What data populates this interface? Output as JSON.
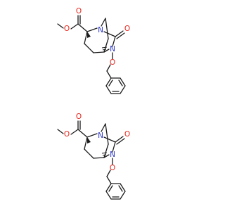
{
  "colors": {
    "background": "#ffffff",
    "bond": "#1a1a1a",
    "oxygen": "#e8251c",
    "nitrogen": "#2a36c8"
  },
  "molecules": [
    {
      "atoms": {
        "ester_o1": "O",
        "ester_o2": "O",
        "ring_n1": "N",
        "ring_n2": "N",
        "carbonyl_o": "O",
        "n_oxy": "O"
      }
    },
    {
      "atoms": {
        "ester_o1": "O",
        "ester_o2": "O",
        "ring_n1": "N",
        "ring_n2": "N",
        "carbonyl_o": "O",
        "n_oxy": "O"
      }
    }
  ]
}
